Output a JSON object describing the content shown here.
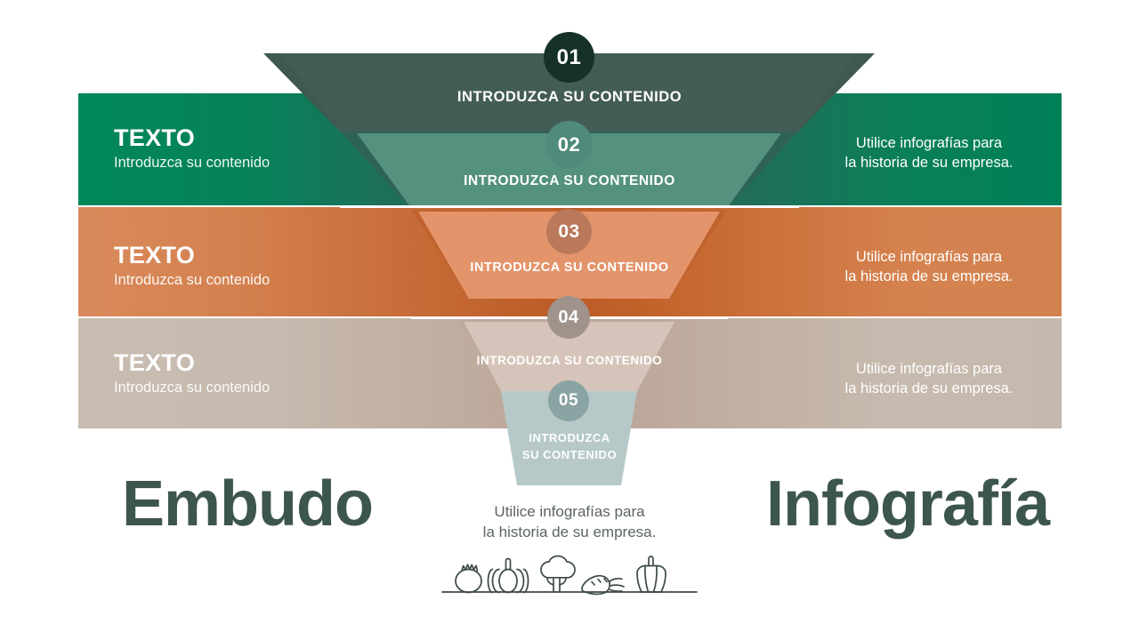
{
  "meta": {
    "background": "#ffffff",
    "accent_green": "#00875a",
    "accent_dark_green": "#3d564c",
    "accent_orange": "#c1632e",
    "accent_tan": "#bda99b",
    "accent_pale": "#b6c9c8"
  },
  "titles": {
    "left": "Embudo",
    "right": "Infografía"
  },
  "bottom_caption": {
    "line1": "Utilice infografías para",
    "line2": "la historia de su empresa."
  },
  "illustration": {
    "name": "vegetables-line-art",
    "items": [
      "tomato",
      "pumpkin",
      "broccoli",
      "carrot",
      "bell-pepper"
    ]
  },
  "funnel": {
    "segments": [
      {
        "number": "01",
        "label": "INTRODUZCA SU CONTENIDO",
        "circle_color": "#16302a",
        "fill": "#47605a",
        "shade": "#3d554f"
      },
      {
        "number": "02",
        "label": "INTRODUZCA SU CONTENIDO",
        "circle_color": "#4f8a7a",
        "fill": "#51907f",
        "shade": "#2f6257"
      },
      {
        "number": "03",
        "label": "INTRODUZCA SU CONTENIDO",
        "circle_color": "#b9795a",
        "fill": "#e09066",
        "shade": "#c1632e"
      },
      {
        "number": "04",
        "label": "INTRODUZCA SU CONTENIDO",
        "circle_color": "#a0938c",
        "fill": "#d3c0b6",
        "shade": "#bda99b"
      },
      {
        "number": "05",
        "label": "INTRODUZCA\nSU CONTENIDO",
        "label_line1": "INTRODUZCA",
        "label_line2": "SU CONTENIDO",
        "circle_color": "#8aa3a3",
        "fill": "#b6c9c8",
        "shade": "#b6c9c8"
      }
    ]
  },
  "rows": [
    {
      "id": "row-green",
      "kicker": "TEXTO",
      "sub": "Introduzca su contenido",
      "right_line1": "Utilice infografías para",
      "right_line2": "la historia de su empresa.",
      "color": "#00875a"
    },
    {
      "id": "row-orange",
      "kicker": "TEXTO",
      "sub": "Introduzca su contenido",
      "right_line1": "Utilice infografías para",
      "right_line2": "la historia de su empresa.",
      "color": "#d2824f"
    },
    {
      "id": "row-tan",
      "kicker": "TEXTO",
      "sub": "Introduzca su contenido",
      "right_line1": "Utilice infografías para",
      "right_line2": "la historia de su empresa.",
      "color": "#c5b8ac"
    }
  ]
}
